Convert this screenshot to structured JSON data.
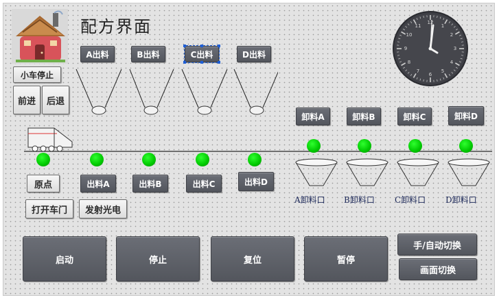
{
  "title": "配方界面",
  "dispense_buttons": [
    "A出料",
    "B出料",
    "C出料",
    "D出料"
  ],
  "cart_stop": "小车停止",
  "forward": "前进",
  "backward": "后退",
  "unload_buttons": [
    "卸料A",
    "卸料B",
    "卸料C",
    "卸料D"
  ],
  "position_buttons": [
    "原点",
    "出料A",
    "出料B",
    "出料C",
    "出料D"
  ],
  "open_door": "打开车门",
  "photoelectric": "发射光电",
  "unload_ports": [
    "A卸料口",
    "B卸料口",
    "C卸料口",
    "D卸料口"
  ],
  "bottom_buttons": [
    "启动",
    "停止",
    "复位",
    "暂停"
  ],
  "manual_auto": "手/自动切换",
  "screen_switch": "画面切换",
  "clock_numbers": [
    "12",
    "1",
    "2",
    "3",
    "4",
    "5",
    "6",
    "7",
    "8",
    "9",
    "10",
    "11"
  ],
  "colors": {
    "lamp_on": "#00d000",
    "button_dark": "#5d6067",
    "background": "#e3e3e3",
    "clock_face": "#3e3f45"
  }
}
